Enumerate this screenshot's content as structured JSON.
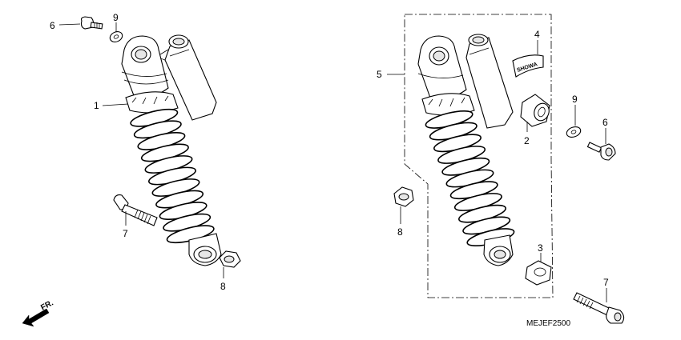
{
  "diagram": {
    "code": "MEJEF2500",
    "direction_label": "FR.",
    "callouts": {
      "left_6": "6",
      "left_9": "9",
      "left_1": "1",
      "left_7": "7",
      "left_8": "8",
      "right_5": "5",
      "right_4": "4",
      "right_9": "9",
      "right_2": "2",
      "right_6": "6",
      "right_8": "8",
      "right_3": "3",
      "right_7": "7"
    },
    "part_label_text": "SHOWA"
  }
}
